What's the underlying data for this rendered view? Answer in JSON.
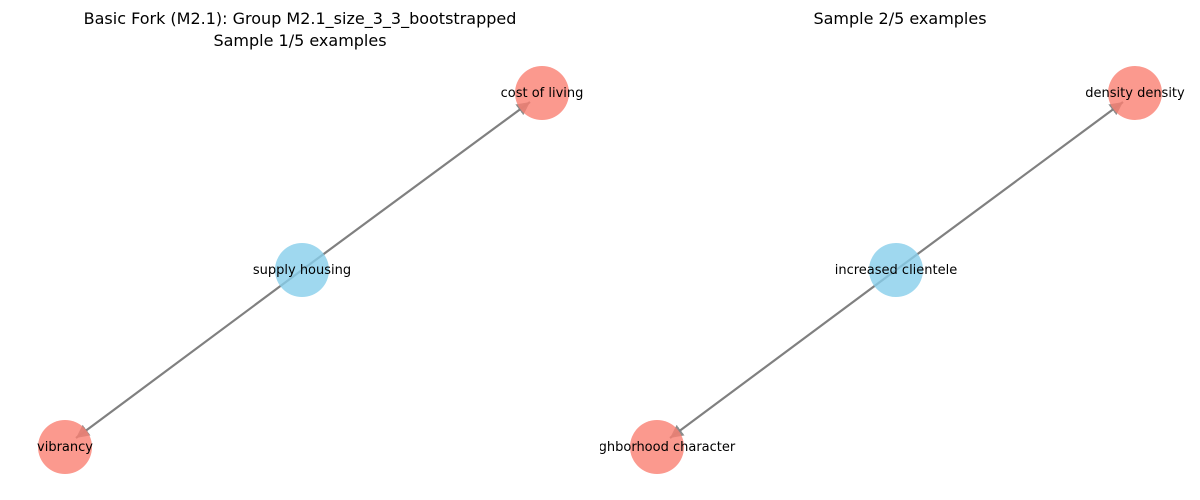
{
  "panels": [
    {
      "title_lines": [
        "Basic Fork (M2.1): Group M2.1_size_3_3_bootstrapped",
        "Sample 1/5 examples"
      ],
      "nodes": [
        {
          "id": "center",
          "label": "supply housing",
          "role": "source"
        },
        {
          "id": "top",
          "label": "cost of living",
          "role": "target"
        },
        {
          "id": "bottom",
          "label": "vibrancy",
          "role": "target"
        }
      ],
      "edges": [
        {
          "from": "center",
          "to": "top"
        },
        {
          "from": "center",
          "to": "bottom"
        }
      ]
    },
    {
      "title_lines": [
        "",
        "Sample 2/5 examples"
      ],
      "nodes": [
        {
          "id": "center",
          "label": "increased clientele",
          "role": "source"
        },
        {
          "id": "top",
          "label": "density density",
          "role": "target"
        },
        {
          "id": "bottom",
          "label": "neighborhood character",
          "role": "target"
        }
      ],
      "edges": [
        {
          "from": "center",
          "to": "top"
        },
        {
          "from": "center",
          "to": "bottom"
        }
      ]
    }
  ],
  "colors": {
    "source_node": "#87ceeb",
    "target_node": "#fa8072",
    "edge": "#808080"
  }
}
